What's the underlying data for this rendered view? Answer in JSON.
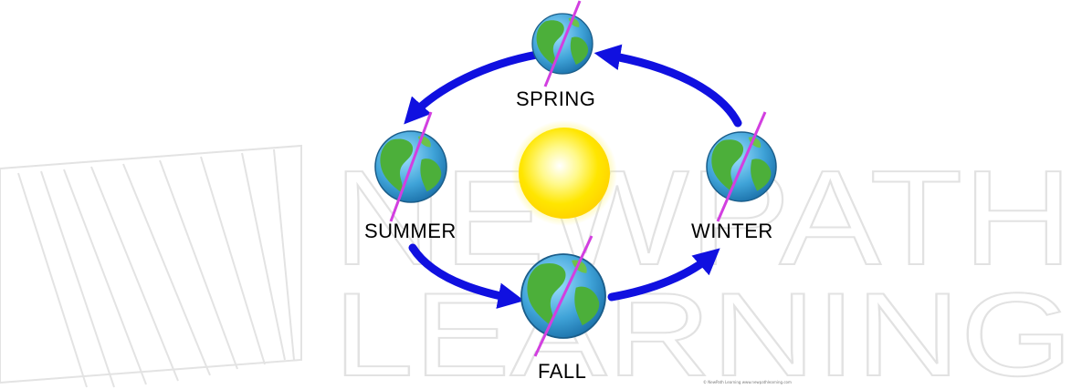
{
  "watermark": {
    "line1": "NEWPATH",
    "line2": "LEARNING",
    "color": "#e2e2e2"
  },
  "labels": {
    "spring": "SPRING",
    "summer": "SUMMER",
    "winter": "WINTER",
    "fall": "FALL"
  },
  "credit": "© NewPath Learning  www.newpathlearning.com",
  "colors": {
    "arrow": "#1010e0",
    "ocean": "#3fa3d8",
    "land": "#4caf3a",
    "axis": "#d23fe0",
    "sun": "#ffe600"
  },
  "icons": {
    "sun": "sun-icon",
    "earth": "earth-globe-icon",
    "logo": "book-logo-icon"
  }
}
